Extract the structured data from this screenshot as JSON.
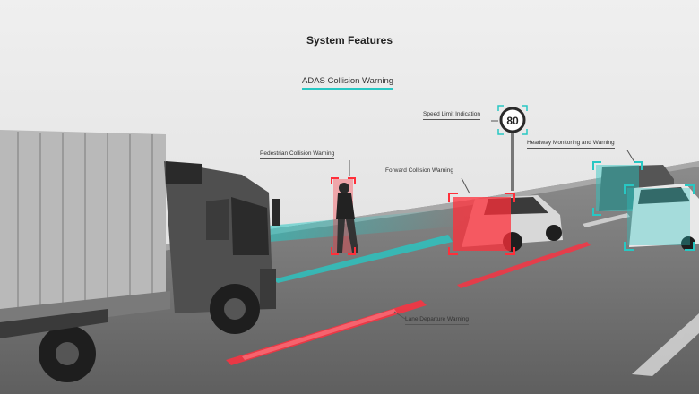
{
  "header": {
    "title": "System Features",
    "subtitle": "ADAS Collision Warning"
  },
  "callouts": {
    "speed_limit": "Speed Limit Indication",
    "pedestrian": "Pedestrian Collision Warning",
    "forward": "Forward Collision Warning",
    "headway": "Headway Monitoring and Warning",
    "lane_departure": "Lane Departure Warning"
  },
  "speed_sign": {
    "value": "80"
  },
  "colors": {
    "accent_cyan": "#28c7c3",
    "warning_red": "#ff2f3a",
    "background": "#e6e6e6"
  }
}
